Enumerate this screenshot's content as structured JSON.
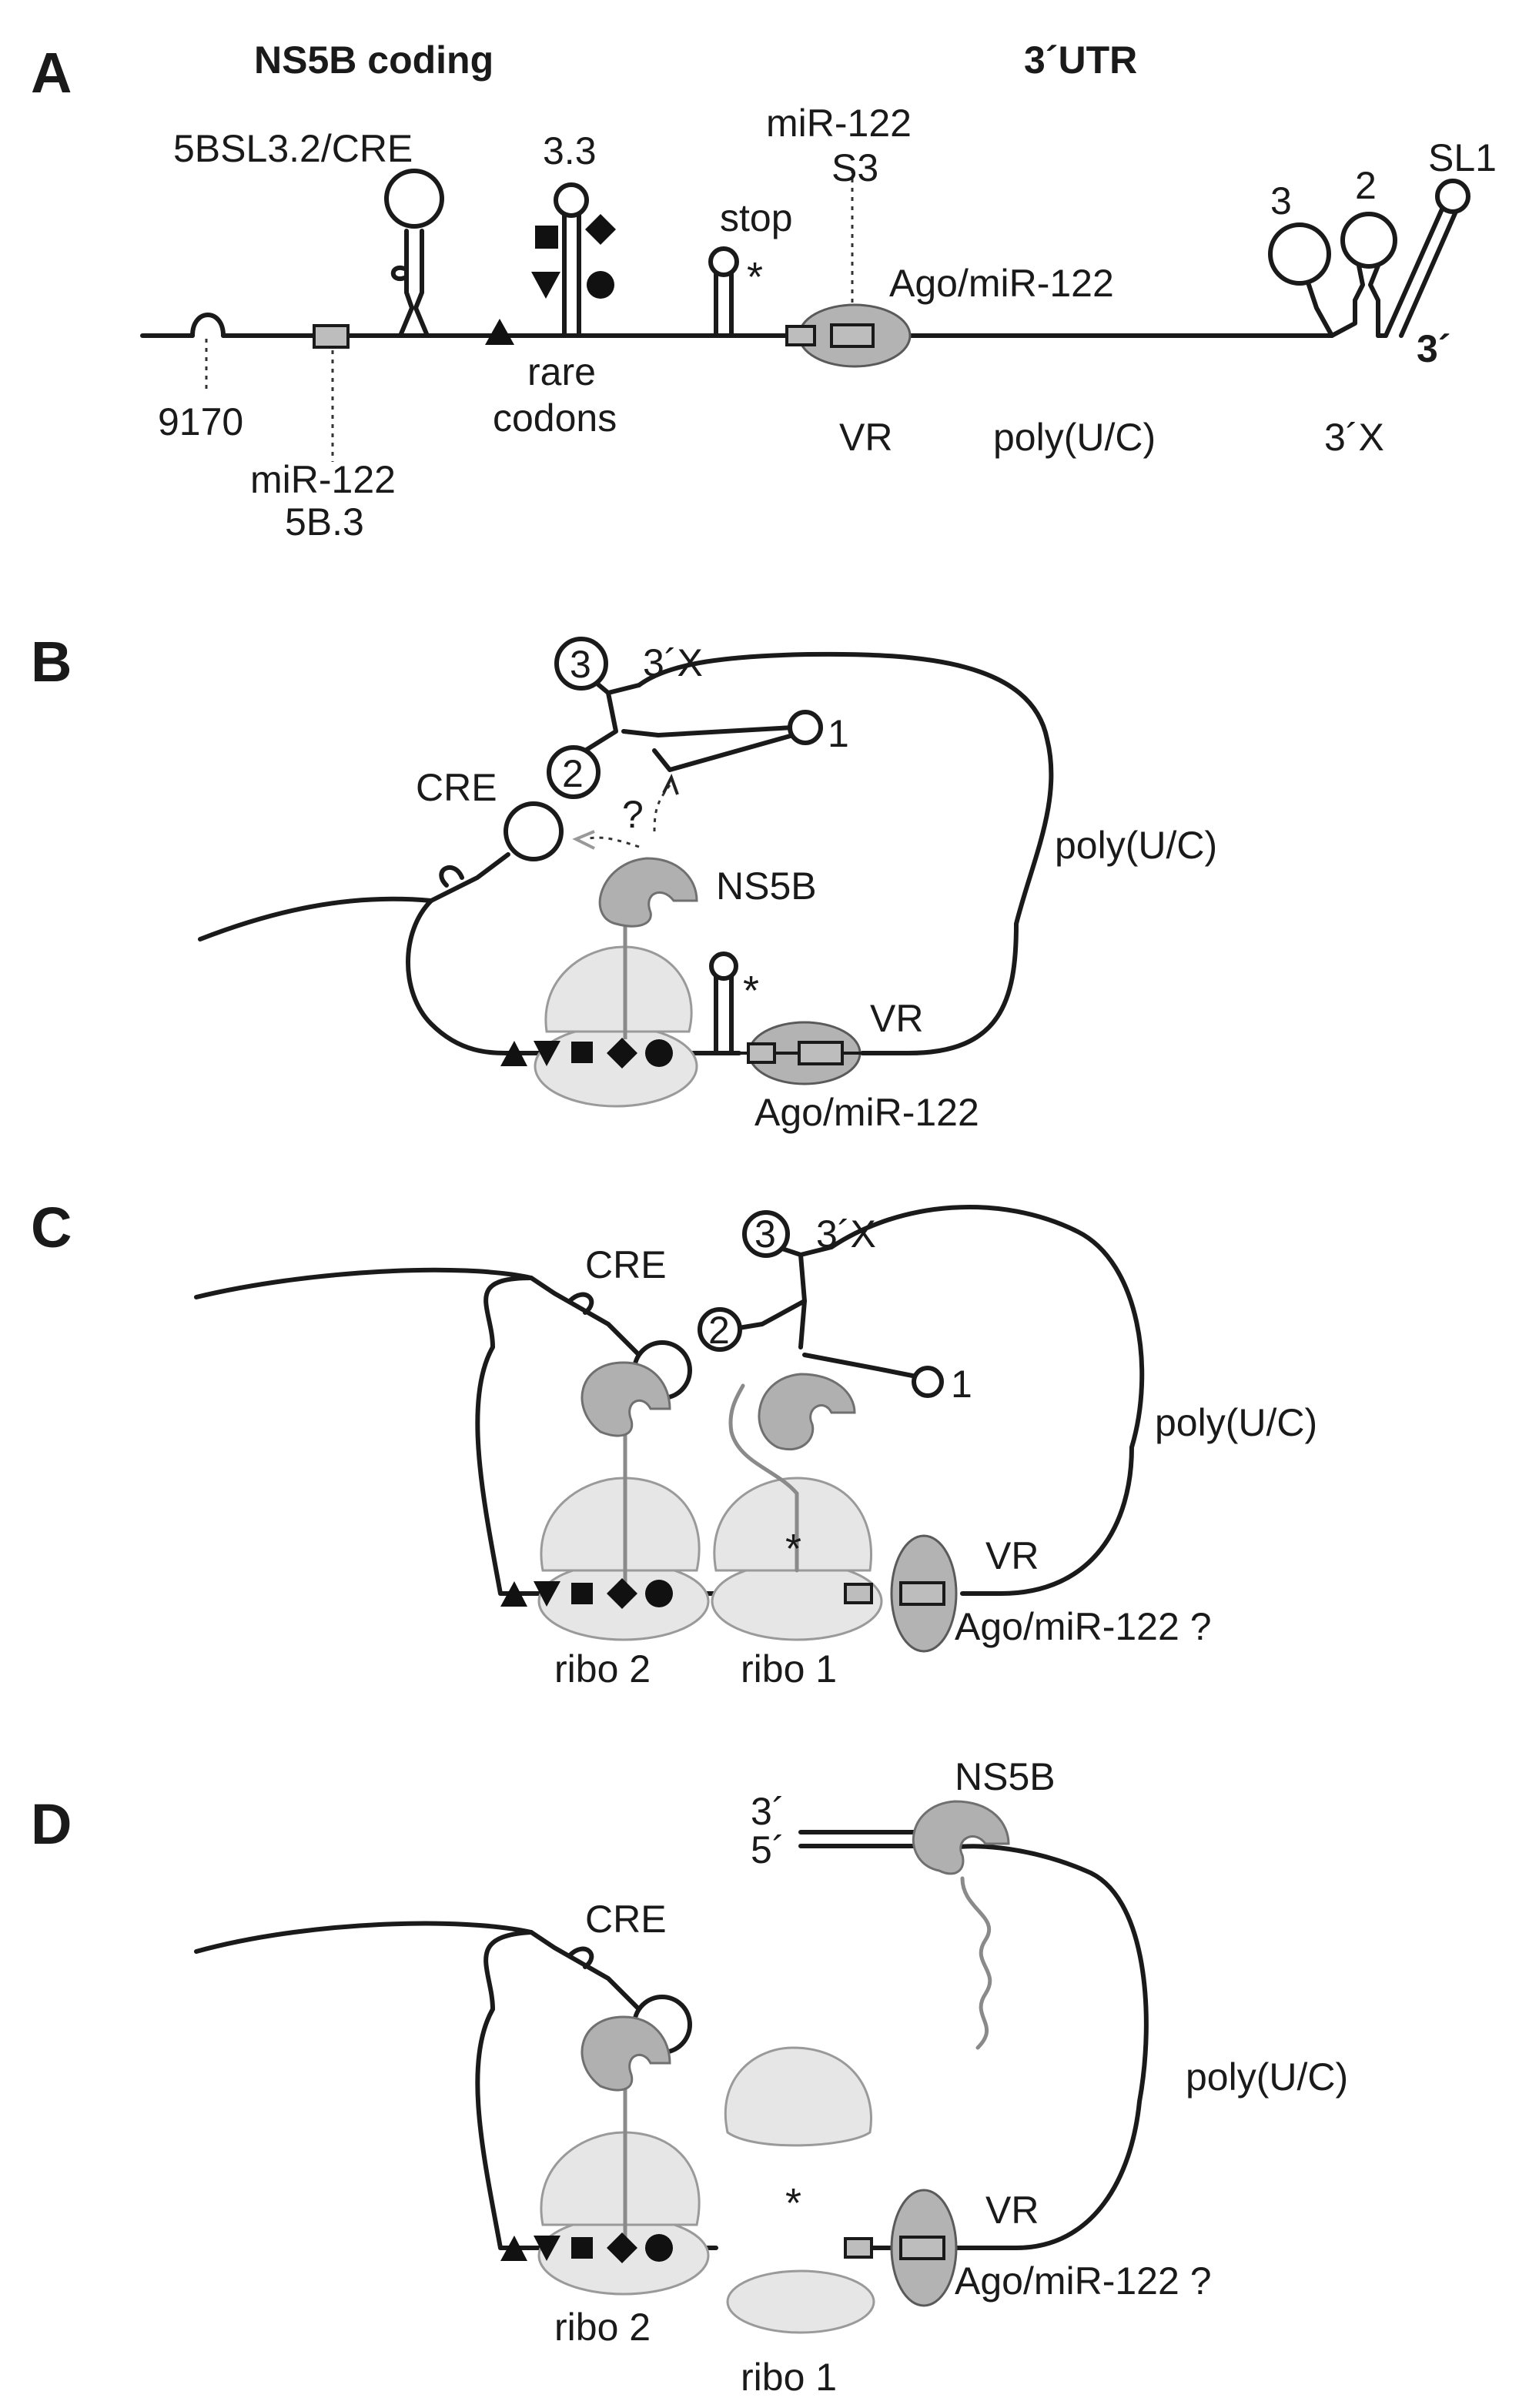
{
  "panels": {
    "A": {
      "letter": "A",
      "header_coding": "NS5B coding",
      "header_utr": "3´UTR",
      "label_5bsl": "5BSL3.2/CRE",
      "label_33": "3.3",
      "label_mir_s3_a": "miR-122",
      "label_mir_s3_b": "S3",
      "label_stop": "stop",
      "label_sl3": "3",
      "label_sl2": "2",
      "label_sl1": "SL1",
      "label_ago": "Ago/miR-122",
      "label_3end": "3´",
      "label_9170": "9170",
      "label_rare_a": "rare",
      "label_rare_b": "codons",
      "label_vr": "VR",
      "label_poly": "poly(U/C)",
      "label_3x": "3´X",
      "label_mir_5b_a": "miR-122",
      "label_mir_5b_b": "5B.3"
    },
    "B": {
      "letter": "B",
      "label_3": "3",
      "label_3x": "3´X",
      "label_2": "2",
      "label_1": "1",
      "label_cre": "CRE",
      "label_q": "?",
      "label_ns5b": "NS5B",
      "label_poly": "poly(U/C)",
      "label_vr": "VR",
      "label_ago": "Ago/miR-122"
    },
    "C": {
      "letter": "C",
      "label_3": "3",
      "label_3x": "3´X",
      "label_cre": "CRE",
      "label_2": "2",
      "label_1": "1",
      "label_poly": "poly(U/C)",
      "label_vr": "VR",
      "label_ago": "Ago/miR-122 ?",
      "label_ribo2": "ribo 2",
      "label_ribo1": "ribo 1"
    },
    "D": {
      "letter": "D",
      "label_ns5b": "NS5B",
      "label_3p": "3´",
      "label_5p": "5´",
      "label_cre": "CRE",
      "label_poly": "poly(U/C)",
      "label_vr": "VR",
      "label_ago": "Ago/miR-122 ?",
      "label_ribo2": "ribo 2",
      "label_ribo1": "ribo 1"
    }
  },
  "colors": {
    "ink": "#1a1a1a",
    "grey_protein": "#b0b0b0",
    "ribosome": "#e6e6e6",
    "mir_box": "#bdbdbd"
  }
}
